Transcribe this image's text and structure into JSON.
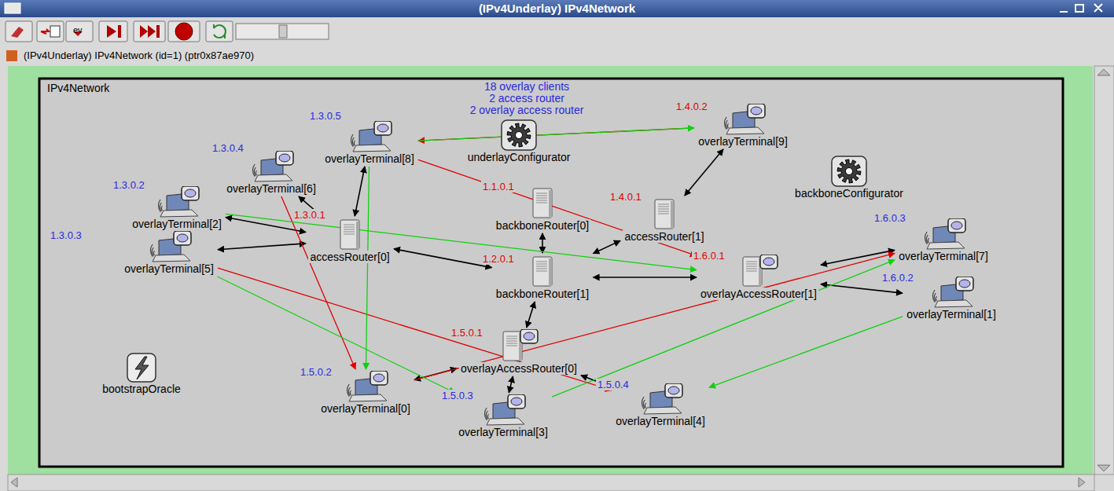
{
  "diagram": {
    "title": "(IPv4Underlay) IPv4Network",
    "nodes": [
      {
        "text": [
          "underlayConfigurator"
        ]
      },
      {
        "text": [
          "overlayTerminal[9]"
        ]
      },
      {
        "text": [
          "overlayTerminal[8]"
        ]
      },
      {
        "text": [
          "overlayTerminal[6]"
        ]
      },
      {
        "text": [
          "overlayTerminal[2]"
        ]
      },
      {
        "text": [
          "overlayTerminal[5]"
        ]
      },
      {
        "text": [
          "backboneRouter[0]"
        ]
      },
      {
        "text": [
          "accessRouter[1]"
        ]
      },
      {
        "text": [
          "backboneConfigurator"
        ]
      },
      {
        "text": [
          "accessRouter[0]"
        ]
      },
      {
        "text": [
          "backboneRouter[1]"
        ]
      },
      {
        "text": [
          "overlayAccessRouter[1]"
        ]
      },
      {
        "text": [
          "overlayTerminal[7]"
        ]
      },
      {
        "text": [
          "overlayTerminal[1]"
        ]
      },
      {
        "text": [
          "overlayAccessRouter[0]"
        ]
      },
      {
        "text": [
          "bootstrapOracle"
        ]
      },
      {
        "text": [
          "overlayTerminal[0]"
        ]
      },
      {
        "text": [
          "overlayTerminal[4]"
        ]
      },
      {
        "text": [
          "overlayTerminal[3]"
        ]
      }
    ],
    "edges": [
      {
        "from": 9,
        "to": 2,
        "arrow": "both"
      },
      {
        "from": 9,
        "to": 3,
        "arrow": "both"
      },
      {
        "from": 9,
        "to": 4,
        "arrow": "both"
      },
      {
        "from": 9,
        "to": 5,
        "arrow": "both"
      },
      {
        "from": 9,
        "to": 10,
        "arrow": "both"
      },
      {
        "from": 6,
        "to": 10,
        "arrow": "both"
      },
      {
        "from": 7,
        "to": 10,
        "arrow": "both"
      },
      {
        "from": 7,
        "to": 1,
        "arrow": "both"
      },
      {
        "from": 10,
        "to": 11,
        "arrow": "both"
      },
      {
        "from": 10,
        "to": 14,
        "arrow": "both"
      },
      {
        "from": 11,
        "to": 12,
        "arrow": "both"
      },
      {
        "from": 11,
        "to": 13,
        "arrow": "both"
      },
      {
        "from": 14,
        "to": 16,
        "arrow": "both"
      },
      {
        "from": 14,
        "to": 18,
        "arrow": "both"
      },
      {
        "from": 14,
        "to": 17,
        "arrow": "both"
      },
      {
        "from": 1,
        "to": 2,
        "arrow": "to"
      },
      {
        "from": 2,
        "to": 11,
        "arrow": "to"
      },
      {
        "from": 3,
        "to": 16,
        "arrow": "to"
      },
      {
        "from": 5,
        "to": 17,
        "arrow": "to"
      },
      {
        "from": 16,
        "to": 12,
        "arrow": "to"
      },
      {
        "from": 2,
        "to": 1,
        "arrow": "to"
      },
      {
        "from": 2,
        "to": 16,
        "arrow": "to"
      },
      {
        "from": 4,
        "to": 11,
        "arrow": "to"
      },
      {
        "from": 5,
        "to": 18,
        "arrow": "to"
      },
      {
        "from": 18,
        "to": 12,
        "arrow": "to"
      },
      {
        "from": 13,
        "to": 17,
        "arrow": "to"
      }
    ],
    "labels": [
      "ev",
      "(IPv4Underlay) IPv4Network (id=1) (ptr0x87ae970)",
      "IPv4Network",
      "18 overlay clients",
      "2 access router",
      "2 overlay access router",
      "1.3.0.5",
      "1.4.0.2",
      "1.3.0.4",
      "1.3.0.2",
      "1.1.0.1",
      "1.4.0.1",
      "1.3.0.3",
      "1.3.0.1",
      "1.6.0.3",
      "1.6.0.1",
      "1.2.0.1",
      "1.6.0.2",
      "1.5.0.1",
      "1.5.0.2",
      "1.5.0.3",
      "1.5.0.4"
    ]
  }
}
